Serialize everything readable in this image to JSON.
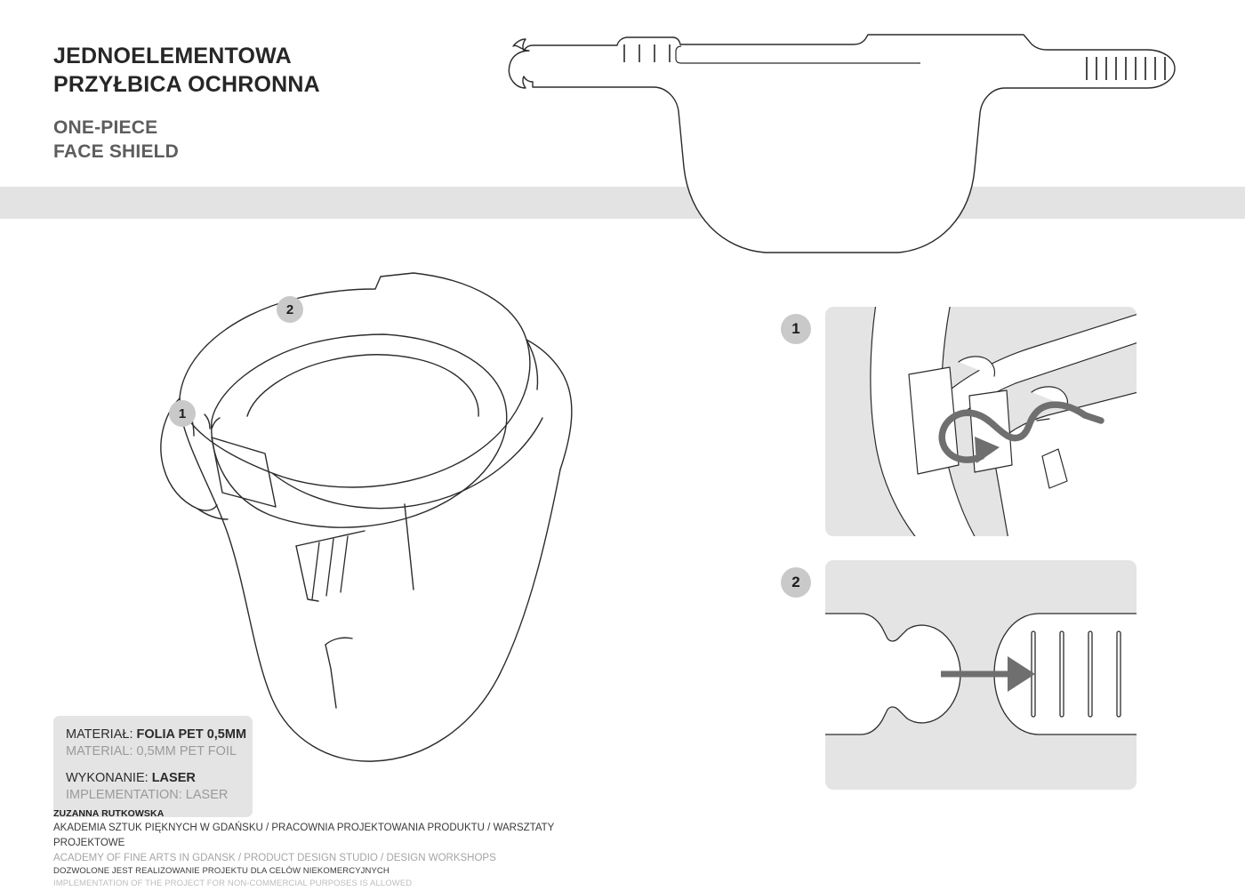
{
  "page": {
    "background_color": "#ffffff",
    "band_color": "#e3e3e3",
    "line_color": "#2b2b2b",
    "accent_grey": "#c9c9c9",
    "panel_bg": "#e4e4e4"
  },
  "title": {
    "pl_line1": "JEDNOELEMENTOWA",
    "pl_line2": "PRZYŁBICA OCHRONNA",
    "en_line1": "ONE-PIECE",
    "en_line2": "FACE SHIELD"
  },
  "spec": {
    "material_pl_label": "MATERIAŁ:",
    "material_pl_value": "FOLIA PET 0,5MM",
    "material_en": "MATERIAL: 0,5MM PET FOIL",
    "process_pl_label": "WYKONANIE:",
    "process_pl_value": "LASER",
    "process_en": "IMPLEMENTATION: LASER"
  },
  "credits": {
    "author": "ZUZANNA RUTKOWSKA",
    "institution_pl": "AKADEMIA SZTUK PIĘKNYCH W GDAŃSKU / PRACOWNIA PROJEKTOWANIA PRODUKTU / WARSZTATY PROJEKTOWE",
    "institution_en": "ACADEMY OF FINE ARTS IN GDANSK / PRODUCT DESIGN STUDIO / DESIGN WORKSHOPS",
    "license_pl": "DOZWOLONE JEST REALIZOWANIE PROJEKTU DLA CELÓW NIEKOMERCYJNYCH",
    "license_en": "IMPLEMENTATION OF THE PROJECT FOR NON-COMMERCIAL PURPOSES IS ALLOWED"
  },
  "callouts": {
    "one": "1",
    "two": "2"
  },
  "panels": [
    {
      "badge": "1",
      "name": "strap-through-slot-detail"
    },
    {
      "badge": "2",
      "name": "tab-into-comb-detail"
    }
  ],
  "drawings": {
    "flat_pattern_name": "one-piece face shield flat cut pattern",
    "perspective_name": "assembled face shield perspective view",
    "flat_left_notches": 4,
    "flat_right_slots": 10,
    "panel2_slots": 4,
    "headband_notches": 3
  }
}
